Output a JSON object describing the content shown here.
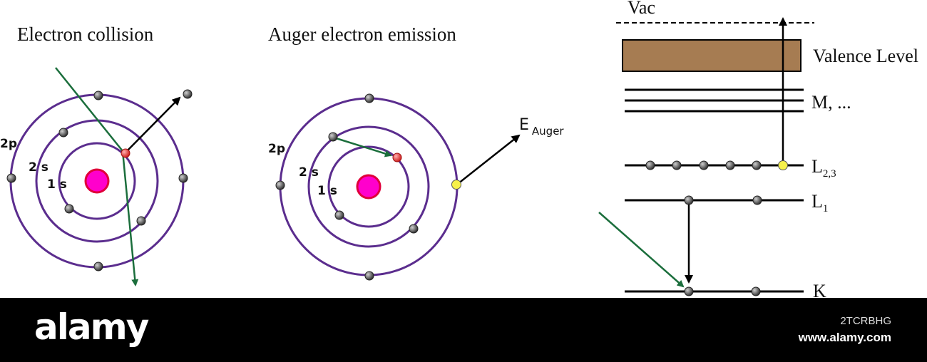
{
  "panels": {
    "collision": {
      "title": "Electron collision",
      "orbit_labels": [
        "2p",
        "2 s",
        "1 s"
      ]
    },
    "auger": {
      "title": "Auger electron emission",
      "orbit_labels": [
        "2p",
        "2 s",
        "1 s"
      ],
      "energy_label": "E",
      "energy_sub": "Auger"
    },
    "levels": {
      "vacuum_label": "Vac",
      "valence_label": "Valence Level",
      "m_label": "M, ...",
      "l23_label": "L",
      "l23_sub": "2,3",
      "l1_label": "L",
      "l1_sub": "1",
      "k_label": "K"
    }
  },
  "colors": {
    "orbit": "#5b2d8e",
    "nucleus": "#ff00cc",
    "nucleus_ring": "#e0003a",
    "incident_arrow": "#1b6e3c",
    "ejected_arrow": "#000000",
    "vacancy": "#e03a3a",
    "auger_electron": "#f6f14a",
    "valence_band": "#a67c52"
  },
  "watermark": {
    "logo": "alamy",
    "image_id": "2TCRBHG",
    "url": "www.alamy.com"
  }
}
